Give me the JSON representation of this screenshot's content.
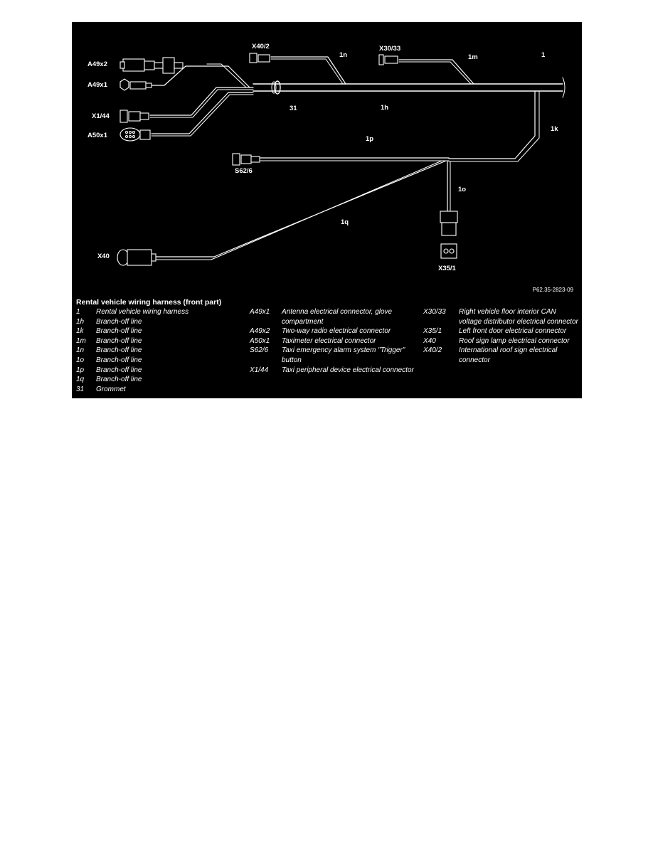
{
  "diagram": {
    "labels": {
      "A49x2": "A49x2",
      "A49x1": "A49x1",
      "X1_44": "X1/44",
      "A50x1": "A50x1",
      "X40_2": "X40/2",
      "X30_33": "X30/33",
      "one": "1",
      "one_n": "1n",
      "one_m": "1m",
      "one_h": "1h",
      "one_k": "1k",
      "thirty_one": "31",
      "one_p": "1p",
      "S62_6": "S62/6",
      "one_o": "1o",
      "one_q": "1q",
      "X40": "X40",
      "X35_1": "X35/1"
    },
    "figure_code": "P62.35-2823-09"
  },
  "legend": {
    "title": "Rental vehicle wiring harness (front part)",
    "col1": [
      {
        "code": "1",
        "desc": "Rental vehicle wiring harness"
      },
      {
        "code": "1h",
        "desc": "Branch-off line"
      },
      {
        "code": "1k",
        "desc": "Branch-off line"
      },
      {
        "code": "1m",
        "desc": "Branch-off line"
      },
      {
        "code": "1n",
        "desc": "Branch-off line"
      },
      {
        "code": "1o",
        "desc": "Branch-off line"
      },
      {
        "code": "1p",
        "desc": "Branch-off line"
      },
      {
        "code": "1q",
        "desc": "Branch-off line"
      },
      {
        "code": "31",
        "desc": "Grommet"
      }
    ],
    "col2": [
      {
        "code": "A49x1",
        "desc": "Antenna electrical connector, glove compartment"
      },
      {
        "code": "A49x2",
        "desc": "Two-way radio electrical connector"
      },
      {
        "code": "A50x1",
        "desc": "Taximeter electrical connector"
      },
      {
        "code": "S62/6",
        "desc": "Taxi emergency alarm system \"Trigger\" button"
      },
      {
        "code": "X1/44",
        "desc": "Taxi peripheral device electrical connector"
      }
    ],
    "col3": [
      {
        "code": "X30/33",
        "desc": "Right vehicle floor interior CAN voltage distributor electrical connector"
      },
      {
        "code": "X35/1",
        "desc": "Left front door electrical connector"
      },
      {
        "code": "X40",
        "desc": "Roof sign lamp electrical connector"
      },
      {
        "code": "X40/2",
        "desc": "International roof sign electrical connector"
      }
    ]
  }
}
